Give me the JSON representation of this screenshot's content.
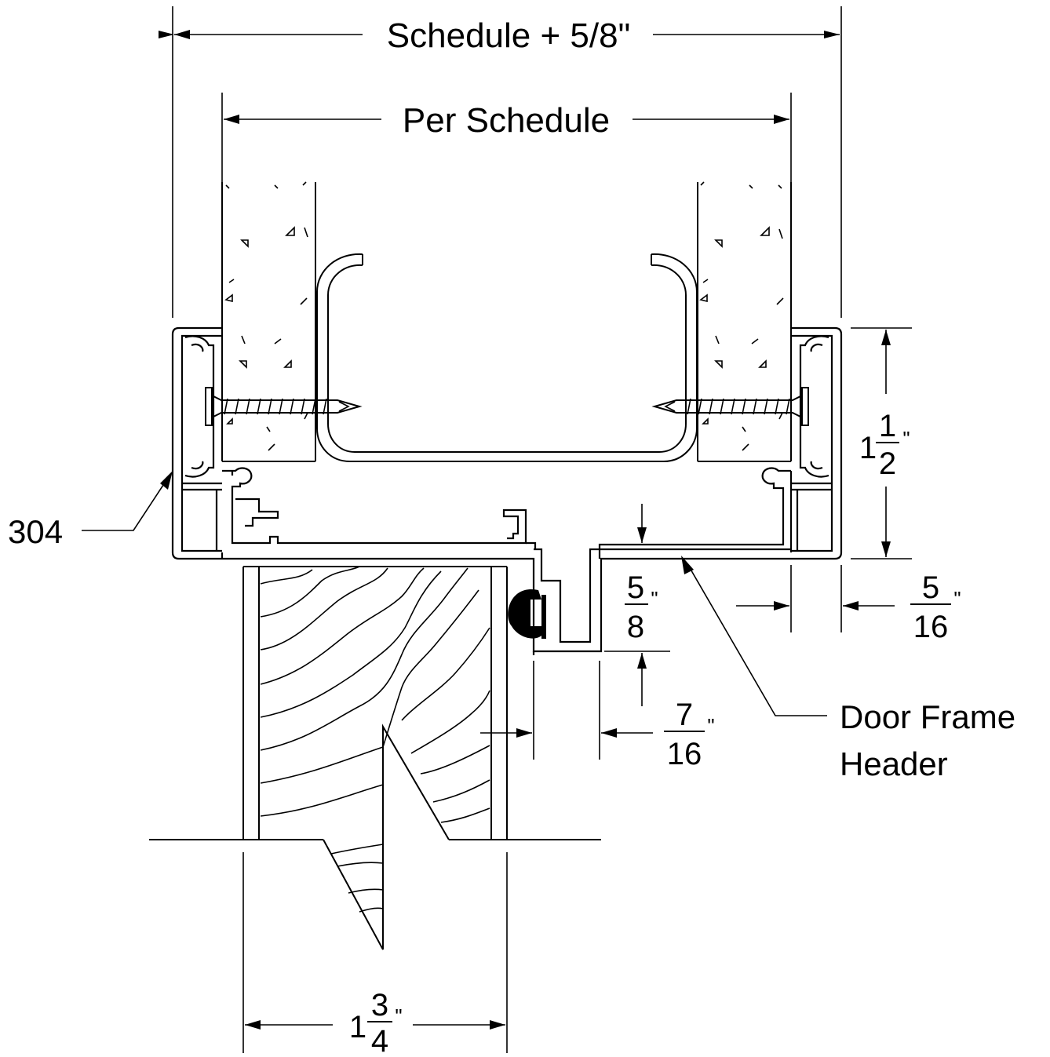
{
  "labels": {
    "overall_width": "Schedule + 5/8\"",
    "inner_width": "Per Schedule",
    "part_number": "304",
    "header_callout_line1": "Door Frame",
    "header_callout_line2": "Header"
  },
  "dimensions": {
    "frame_depth": {
      "whole": "1",
      "num": "1",
      "den": "2",
      "unit": "\""
    },
    "stop_height": {
      "num": "5",
      "den": "8",
      "unit": "\""
    },
    "return_width": {
      "num": "5",
      "den": "16",
      "unit": "\""
    },
    "stop_offset": {
      "num": "7",
      "den": "16",
      "unit": "\""
    },
    "door_thickness": {
      "whole": "1",
      "num": "3",
      "den": "4",
      "unit": "\""
    }
  }
}
